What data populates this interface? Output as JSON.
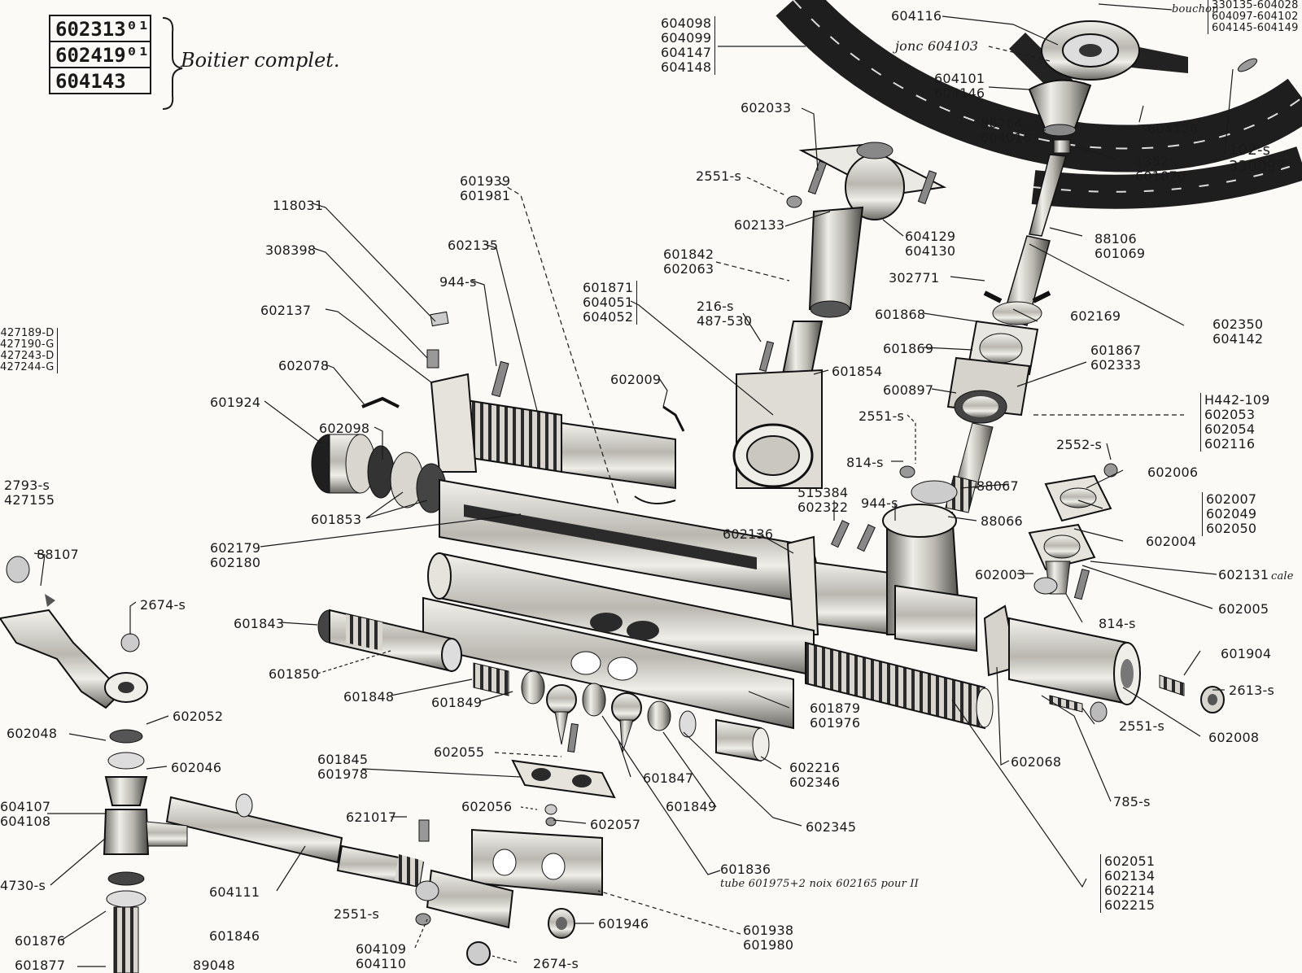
{
  "complete_housing": {
    "part_numbers": [
      "602313⁰¹",
      "602419⁰¹",
      "604143"
    ],
    "caption": "Boitier complet."
  },
  "labels": {
    "l604098": [
      "604098",
      "604099",
      "604147",
      "604148"
    ],
    "l604116": "604116",
    "l_jonc": "jonc 604103",
    "l604101": [
      "604101",
      "604146"
    ],
    "l88264": [
      "88264",
      "604016"
    ],
    "l604126": "604126",
    "l1352": [
      "1352",
      "601070"
    ],
    "l102": [
      "102-s",
      "330097"
    ],
    "l_bouchon": "bouchon",
    "l330135": [
      "330135-604028",
      "604097-604102",
      "604145-604149"
    ],
    "l602033": "602033",
    "l2551a": "2551-s",
    "l602133": "602133",
    "l604129": [
      "604129",
      "604130"
    ],
    "l88106": [
      "88106",
      "601069"
    ],
    "l601939": [
      "601939",
      "601981"
    ],
    "l118031": "118031",
    "l602135": "602135",
    "l308398": "308398",
    "l944a": "944-s",
    "l601871": [
      "601871",
      "604051",
      "604052"
    ],
    "l601842": [
      "601842",
      "602063"
    ],
    "l302771": "302771",
    "l602350": [
      "602350",
      "604142"
    ],
    "l602137": "602137",
    "l216": [
      "216-s",
      "487-530"
    ],
    "l601868": "601868",
    "l602169": "602169",
    "l427189": [
      "427189-D",
      "427190-G",
      "427243-D",
      "427244-G"
    ],
    "l601869": "601869",
    "l601867": [
      "601867",
      "602333"
    ],
    "l602078": "602078",
    "l602009": "602009",
    "l601854": "601854",
    "l600897": "600897",
    "lH442": [
      "H442-109",
      "602053",
      "602054",
      "602116"
    ],
    "l601924": "601924",
    "l602098": "602098",
    "l2551b": "2551-s",
    "l2552": "2552-s",
    "l814a": "814-s",
    "l602006": "602006",
    "l2793": [
      "2793-s",
      "427155"
    ],
    "l88067": "88067",
    "l515384": [
      "515384",
      "602322"
    ],
    "l944b": "944-s",
    "l602007": [
      "602007",
      "602049",
      "602050"
    ],
    "l601853": "601853",
    "l88066": "88066",
    "l602136": "602136",
    "l602004": "602004",
    "l602179": [
      "602179",
      "602180"
    ],
    "l88107": "88107",
    "l602003": "602003",
    "l602131": "602131",
    "l_cale": "cale",
    "l2674a": "2674-s",
    "l602005": "602005",
    "l601843": "601843",
    "l814b": "814-s",
    "l601904": "601904",
    "l601850": "601850",
    "l2613": "2613-s",
    "l601879": [
      "601879",
      "601976"
    ],
    "l601848": "601848",
    "l601849a": "601849",
    "l2551c": "2551-s",
    "l602052": "602052",
    "l602008": "602008",
    "l602048": "602048",
    "l602055": "602055",
    "l602068": "602068",
    "l601845": [
      "601845",
      "601978"
    ],
    "l602216": [
      "602216",
      "602346"
    ],
    "l602046": "602046",
    "l601847": "601847",
    "l785": "785-s",
    "l604107": [
      "604107",
      "604108"
    ],
    "l621017": "621017",
    "l602056": "602056",
    "l601849b": "601849",
    "l602057": "602057",
    "l602345": "602345",
    "l602051": [
      "602051",
      "602134",
      "602214",
      "602215"
    ],
    "l4730": "4730-s",
    "l604111": "604111",
    "l601836": "601836",
    "l601836_note": "tube 601975+2 noix 602165 pour II",
    "l2551d": "2551-s",
    "l601946": "601946",
    "l601876": "601876",
    "l601846": "601846",
    "l601938": [
      "601938",
      "601980"
    ],
    "l601877": "601877",
    "l89048": "89048",
    "l604109": [
      "604109",
      "604110"
    ],
    "l2674b": "2674-s"
  }
}
